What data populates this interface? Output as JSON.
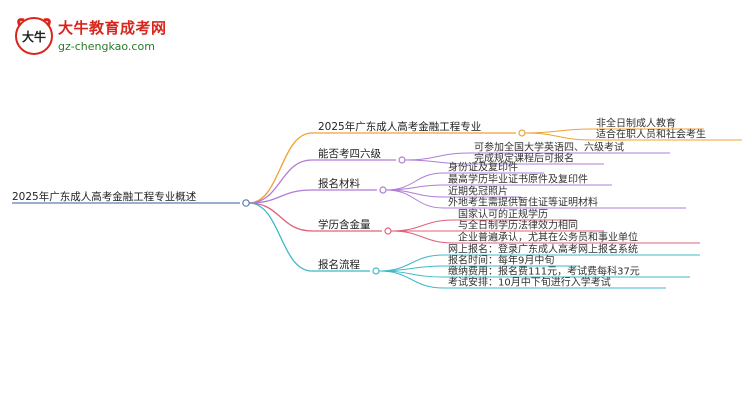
{
  "logo": {
    "title": "大牛教育成考网",
    "url": "gz-chengkao.com",
    "mark_text": "大牛"
  },
  "mindmap": {
    "root": "2025年广东成人高考金融工程专业概述",
    "branches": [
      {
        "label": "2025年广东成人高考金融工程专业",
        "color": "#f0a030",
        "children": [
          "非全日制成人教育",
          "适合在职人员和社会考生"
        ]
      },
      {
        "label": "能否考四六级",
        "color": "#b07cd8",
        "children": [
          "可参加全国大学英语四、六级考试",
          "完成规定课程后可报名"
        ]
      },
      {
        "label": "报名材料",
        "color": "#b07cd8",
        "children": [
          "身份证及复印件",
          "最高学历毕业证书原件及复印件",
          "近期免冠照片",
          "外地考生需提供暂住证等证明材料"
        ]
      },
      {
        "label": "学历含金量",
        "color": "#e2607a",
        "children": [
          "国家认可的正规学历",
          "与全日制学历法律效力相同",
          "企业普遍承认，尤其在公务员和事业单位"
        ]
      },
      {
        "label": "报名流程",
        "color": "#3fb8c8",
        "children": [
          "网上报名：登录广东成人高考网上报名系统",
          "报名时间：每年9月中旬",
          "缴纳费用：报名费111元，考试费每科37元",
          "考试安排：10月中下旬进行入学考试"
        ]
      }
    ]
  }
}
